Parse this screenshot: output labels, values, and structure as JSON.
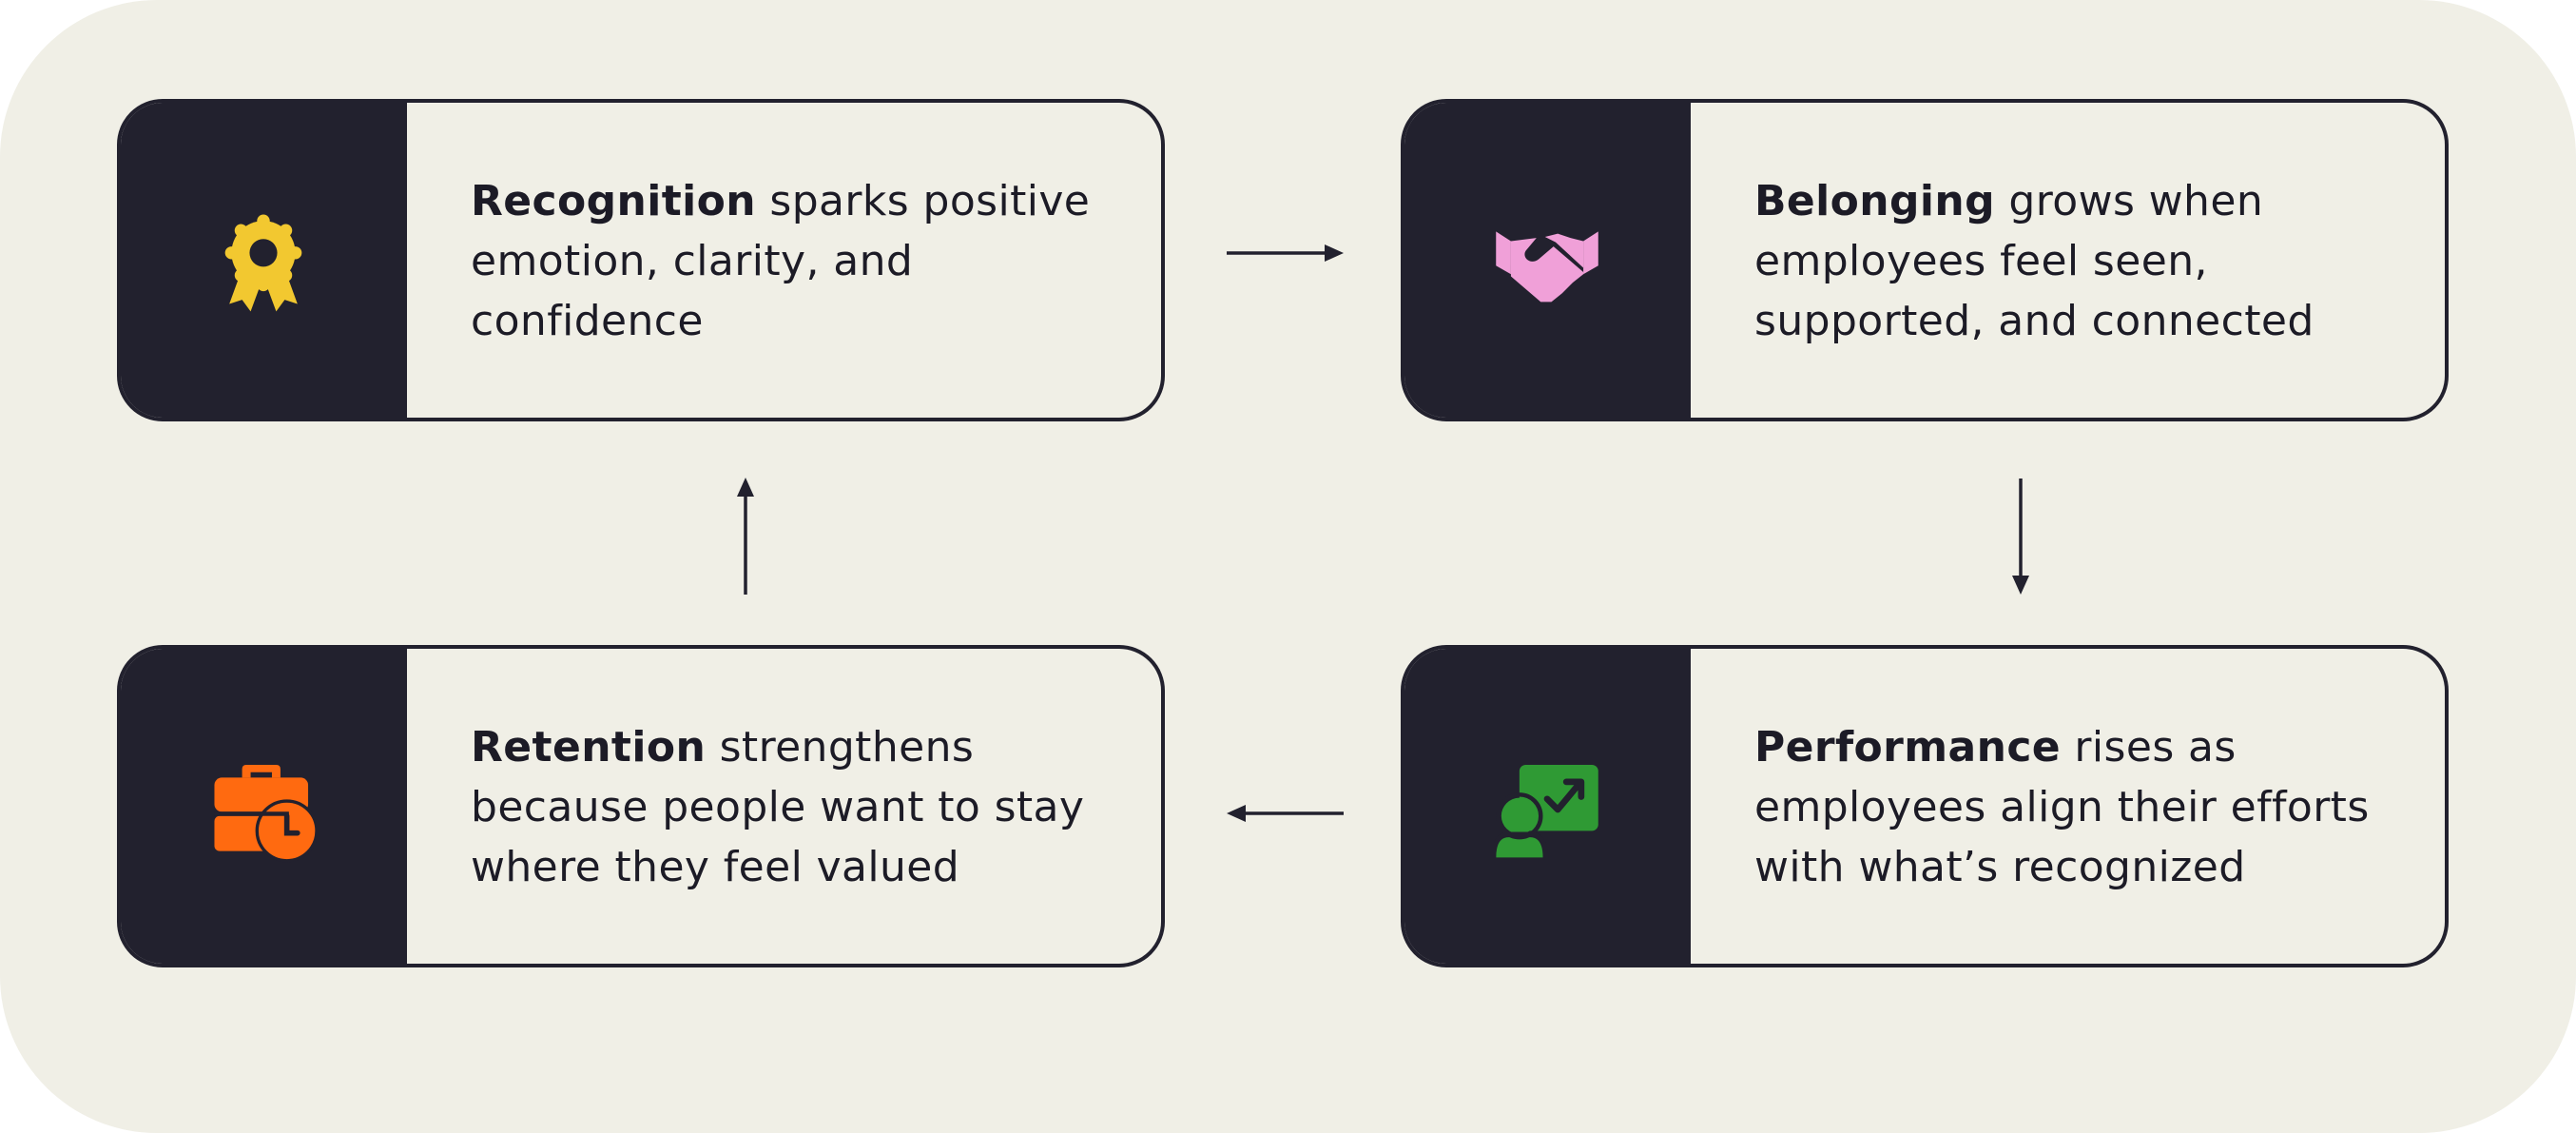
{
  "colors": {
    "background": "#f0efe6",
    "dark": "#22212e",
    "recognition_icon": "#f2c830",
    "belonging_icon": "#f0a0d8",
    "performance_icon": "#2f9a34",
    "retention_icon": "#ff6a10"
  },
  "cards": {
    "recognition": {
      "icon": "award-ribbon-icon",
      "bold": "Recognition",
      "text": " sparks positive emotion, clarity, and confidence"
    },
    "belonging": {
      "icon": "handshake-icon",
      "bold": "Belonging",
      "text": " grows when employees feel seen, supported, and connected"
    },
    "performance": {
      "icon": "presentation-growth-icon",
      "bold": "Performance",
      "text": " rises as employees align their efforts with what’s recognized"
    },
    "retention": {
      "icon": "briefcase-clock-icon",
      "bold": "Retention",
      "text": " strengthens because people want to stay where they feel valued"
    }
  },
  "flow": [
    "recognition",
    "belonging",
    "performance",
    "retention",
    "recognition"
  ]
}
